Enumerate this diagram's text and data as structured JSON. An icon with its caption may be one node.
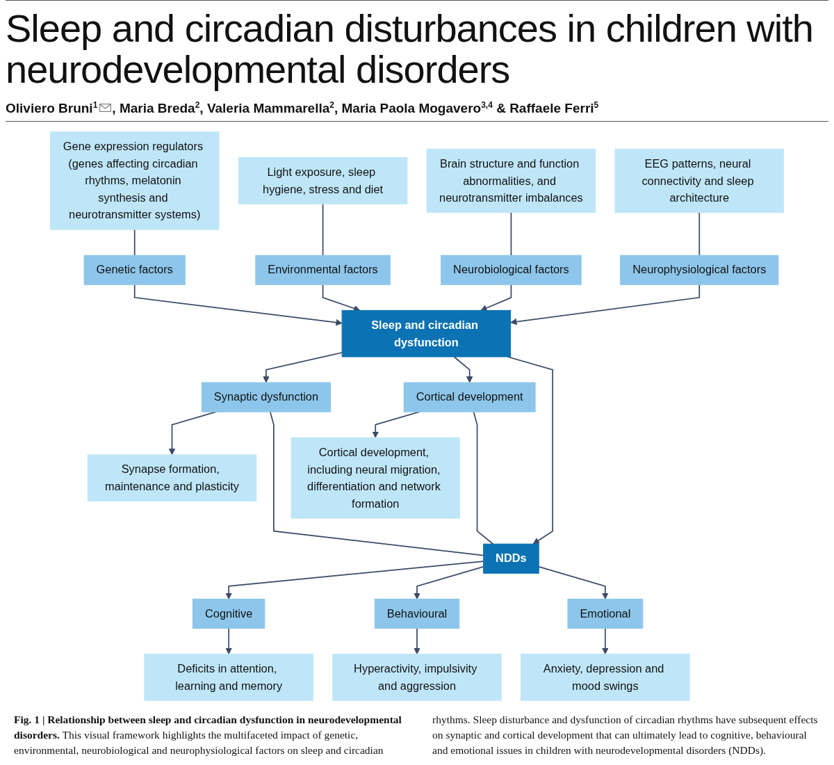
{
  "diagram": {
    "title": "Sleep and circadian disturbances in children with neurodevelopmental disorders",
    "caption": "**Fig. 1 | Relationship between sleep and circadian dysfunction in neurodevelopmental disorders.** This visual framework highlights the multifaceted impact of genetic, environmental, neurobiological and neurophysiological factors on sleep and circadian rhythms. Sleep disturbance and dysfunction of circadian rhythms have subsequent effects on synaptic and cortical development that can ultimately lead to cognitive, behavioural and emotional issues in children with neurodevelopmental disorders (NDDs).",
    "nodes": [
      {
        "text": [
          "Gene expression regulators (genes affecting circadian rhythms, melatonin synthesis and neurotransmitter systems)"
        ]
      },
      {
        "text": [
          "Light exposure, sleep hygiene, stress and diet"
        ]
      },
      {
        "text": [
          "Brain structure and function abnormalities, and neurotransmitter imbalances"
        ]
      },
      {
        "text": [
          "EEG patterns, neural connectivity and sleep architecture"
        ]
      },
      {
        "text": [
          "Genetic factors"
        ]
      },
      {
        "text": [
          "Environmental factors"
        ]
      },
      {
        "text": [
          "Neurobiological factors"
        ]
      },
      {
        "text": [
          "Neurophysiological factors"
        ]
      },
      {
        "text": [
          "Synapse formation, maintenance and plasticity"
        ]
      },
      {
        "text": [
          "Synaptic dysfunction"
        ]
      },
      {
        "text": [
          "Sleep and circadian dysfunction"
        ]
      },
      {
        "text": [
          "Cortical development"
        ]
      },
      {
        "text": [
          "Cortical development, including neural migration, differentiation and network formation"
        ]
      },
      {
        "text": [
          "NDDs"
        ]
      },
      {
        "text": [
          "Cognitive"
        ]
      },
      {
        "text": [
          "Behavioural"
        ]
      },
      {
        "text": [
          "Emotional"
        ]
      },
      {
        "text": [
          "Deficits in attention, learning and memory"
        ]
      },
      {
        "text": [
          "Hyperactivity, impulsivity and aggression"
        ]
      },
      {
        "text": [
          "Anxiety, depression and mood swings"
        ]
      }
    ],
    "edges": [
      {
        "from": 0,
        "to": 4,
        "arrow": "none"
      },
      {
        "from": 1,
        "to": 5,
        "arrow": "none"
      },
      {
        "from": 2,
        "to": 6,
        "arrow": "none"
      },
      {
        "from": 3,
        "to": 7,
        "arrow": "none"
      },
      {
        "from": 4,
        "to": 10,
        "arrow": "to"
      },
      {
        "from": 5,
        "to": 10,
        "arrow": "to"
      },
      {
        "from": 6,
        "to": 10,
        "arrow": "to"
      },
      {
        "from": 7,
        "to": 10,
        "arrow": "to"
      },
      {
        "from": 10,
        "to": 9,
        "arrow": "to"
      },
      {
        "from": 9,
        "to": 8,
        "arrow": "to"
      },
      {
        "from": 10,
        "to": 11,
        "arrow": "to"
      },
      {
        "from": 11,
        "to": 12,
        "arrow": "to"
      },
      {
        "from": 10,
        "to": 13,
        "arrow": "to"
      },
      {
        "from": 9,
        "to": 13,
        "arrow": "none"
      },
      {
        "from": 11,
        "to": 13,
        "arrow": "none"
      },
      {
        "from": 13,
        "to": 14,
        "arrow": "to"
      },
      {
        "from": 13,
        "to": 15,
        "arrow": "to"
      },
      {
        "from": 13,
        "to": 16,
        "arrow": "to"
      },
      {
        "from": 14,
        "to": 17,
        "arrow": "to"
      },
      {
        "from": 15,
        "to": 18,
        "arrow": "to"
      },
      {
        "from": 16,
        "to": 19,
        "arrow": "to"
      }
    ],
    "labels": [
      "Oliviero Bruni$^{1}$",
      ", Maria Breda$^{2}$, Valeria Mammarella$^{2}$, Maria Paola Mogavero$^{3,4}$ & Raffaele Ferri$^{5}$"
    ]
  }
}
